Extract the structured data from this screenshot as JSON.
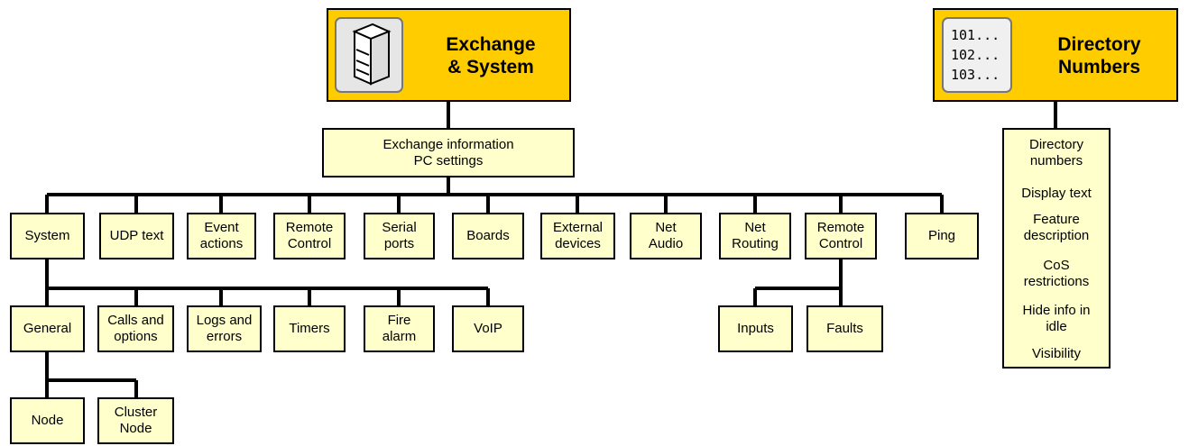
{
  "exchange": {
    "title": "Exchange\n& System",
    "icon": "server-cabinet-icon",
    "info": "Exchange information\nPC settings",
    "level1": [
      "System",
      "UDP text",
      "Event\nactions",
      "Remote\nControl",
      "Serial\nports",
      "Boards",
      "External\ndevices",
      "Net\nAudio",
      "Net\nRouting",
      "Remote\nControl",
      "Ping"
    ],
    "system_children": [
      "General",
      "Calls and\noptions",
      "Logs and\nerrors",
      "Timers",
      "Fire\nalarm",
      "VoIP"
    ],
    "general_children": [
      "Node",
      "Cluster\nNode"
    ],
    "remote_control_children": [
      "Inputs",
      "Faults"
    ]
  },
  "directory": {
    "title": "Directory\nNumbers",
    "icon": "number-list-icon",
    "icon_lines": [
      "101...",
      "102...",
      "103..."
    ],
    "items": [
      "Directory\nnumbers",
      "Display text",
      "Feature\ndescription",
      "CoS\nrestrictions",
      "Hide info in\nidle",
      "Visibility"
    ]
  },
  "colors": {
    "root": "#ffcc00",
    "node": "#ffffcc",
    "line": "#000000"
  }
}
